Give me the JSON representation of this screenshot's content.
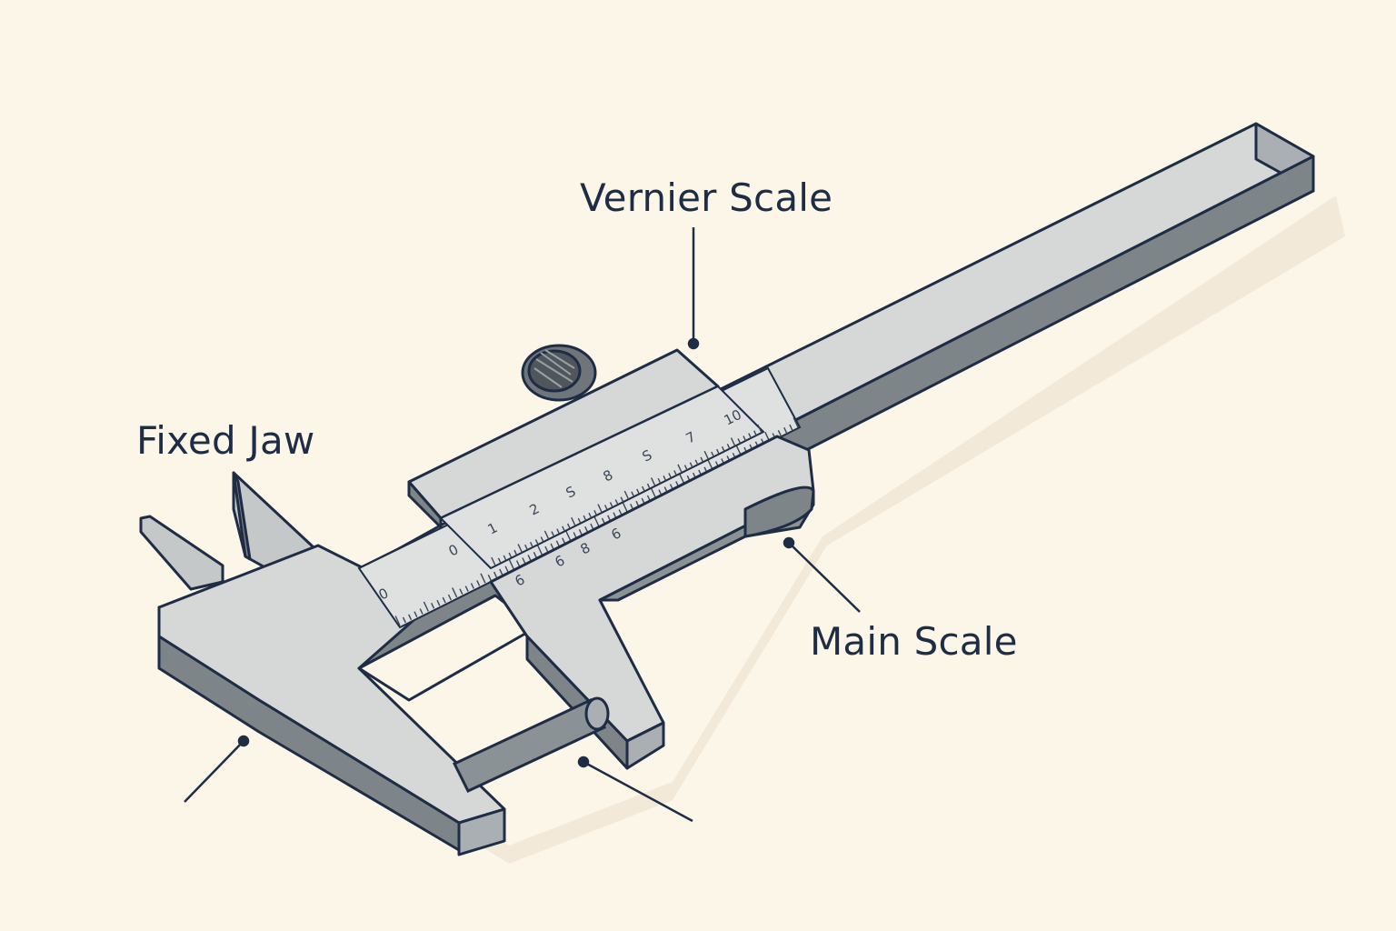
{
  "labels": {
    "vernier_scale": "Vernier Scale",
    "fixed_jaw": "Fixed Jaw",
    "main_scale": "Main Scale"
  },
  "main_scale_numbers": [
    "0",
    "0",
    "1",
    "2",
    "S",
    "8",
    "S",
    "7",
    "10"
  ],
  "vernier_scale_numbers": [
    "6",
    "6",
    "8",
    "6"
  ],
  "colors": {
    "background": "#fcf6e9",
    "steel_top": "#d6d8d8",
    "steel_face": "#c5c8c9",
    "steel_side": "#7d8589",
    "outline": "#1e2d45",
    "text": "#1e2d45"
  }
}
